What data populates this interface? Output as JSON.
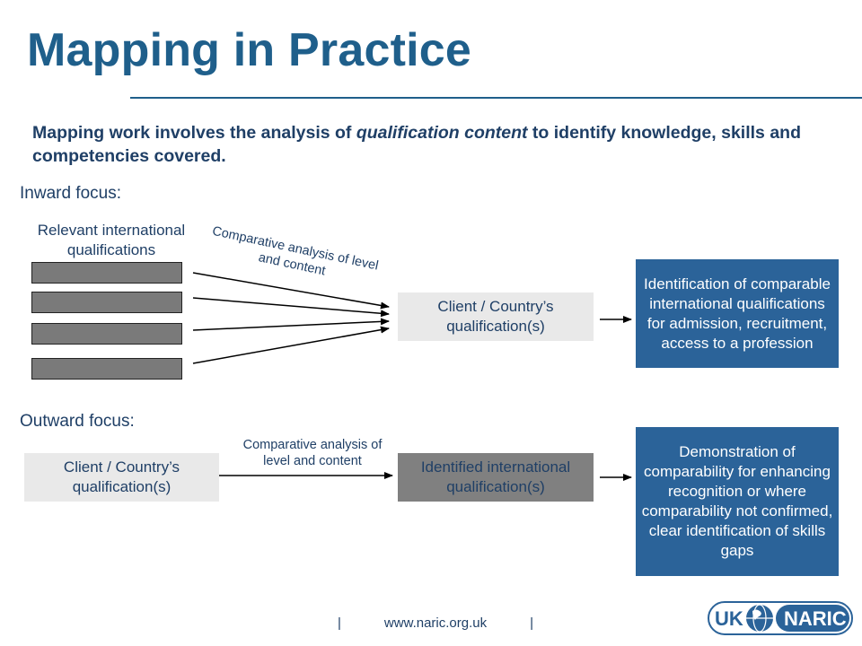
{
  "slide": {
    "title": "Mapping in Practice",
    "intro_before": "Mapping work involves the analysis of ",
    "intro_emphasis": "qualification content",
    "intro_after": " to identify knowledge, skills and competencies covered."
  },
  "inward": {
    "heading": "Inward focus:",
    "source_label": "Relevant international qualifications",
    "arrow_label": "Comparative analysis of level and content",
    "target": "Client / Country’s qualification(s)",
    "result": "Identification of comparable international qualifications for admission, recruitment, access to a profession"
  },
  "outward": {
    "heading": "Outward focus:",
    "source": "Client / Country’s qualification(s)",
    "arrow_label": "Comparative analysis of level and content",
    "target": "Identified international qualification(s)",
    "result": "Demonstration of comparability for enhancing recognition or where comparability not confirmed, clear identification of skills gaps"
  },
  "footer": {
    "separator": "|",
    "url": "www.naric.org.uk"
  },
  "logo": {
    "left_text": "UK",
    "right_text": "NARIC",
    "color": "#2b6399",
    "icon": "globe-icon"
  }
}
